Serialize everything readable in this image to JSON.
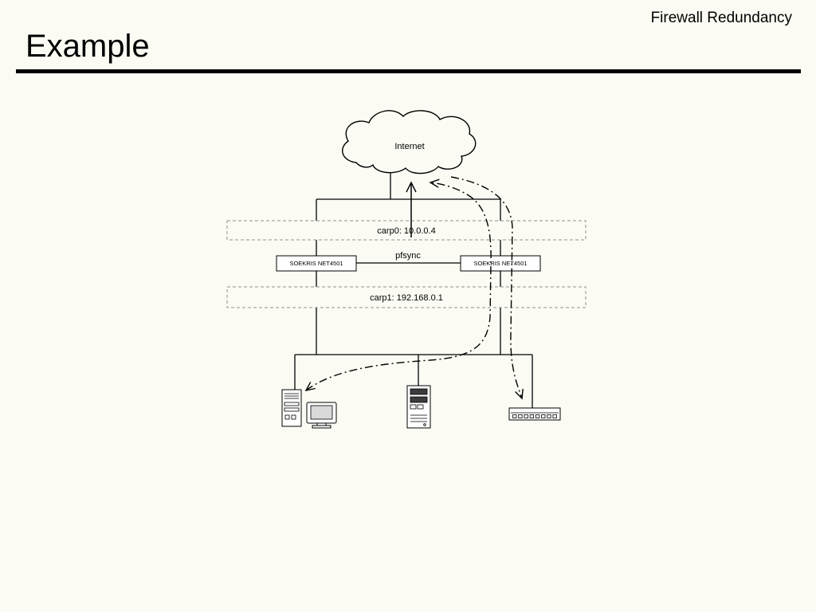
{
  "colors": {
    "background": "#fbfbf4",
    "ink": "#000000"
  },
  "slide": {
    "header": "Firewall Redundancy",
    "title": "Example"
  },
  "diagram": {
    "internet_label": "Internet",
    "carp0_label": "carp0: 10.0.0.4",
    "pfsync_label": "pfsync",
    "firewall_left_label": "SOEKRIS NET4501",
    "firewall_right_label": "SOEKRIS NET4501",
    "carp1_label": "carp1: 192.168.0.1"
  }
}
